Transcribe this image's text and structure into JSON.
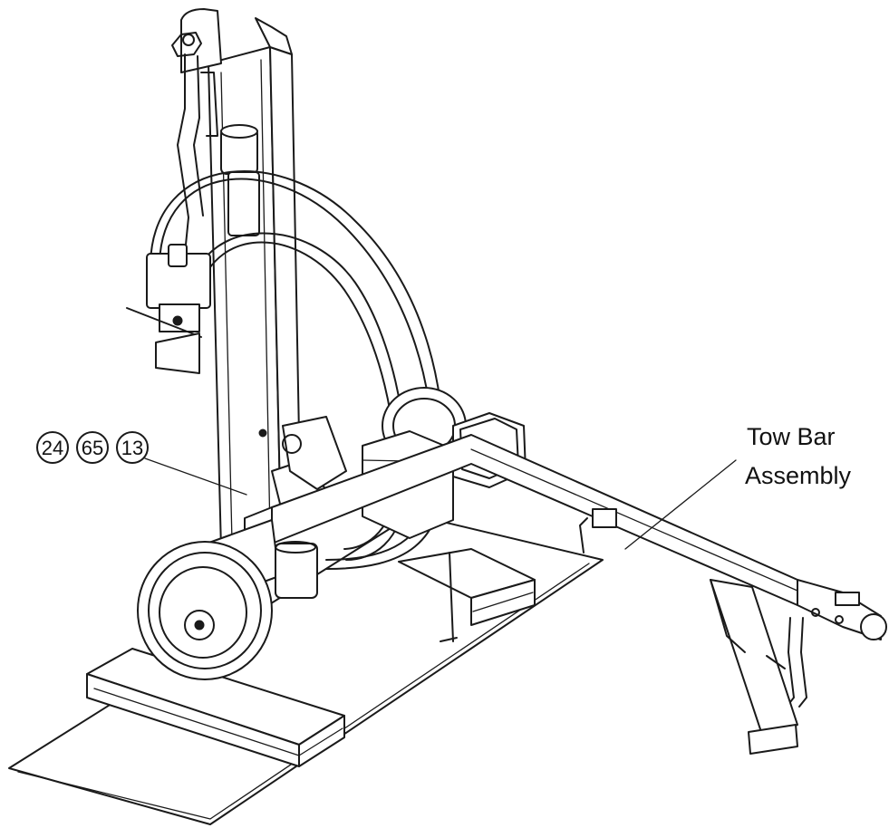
{
  "diagram": {
    "part_callouts": [
      {
        "number": "24"
      },
      {
        "number": "65"
      },
      {
        "number": "13"
      }
    ],
    "label": {
      "line1": "Tow Bar",
      "line2": "Assembly"
    }
  }
}
